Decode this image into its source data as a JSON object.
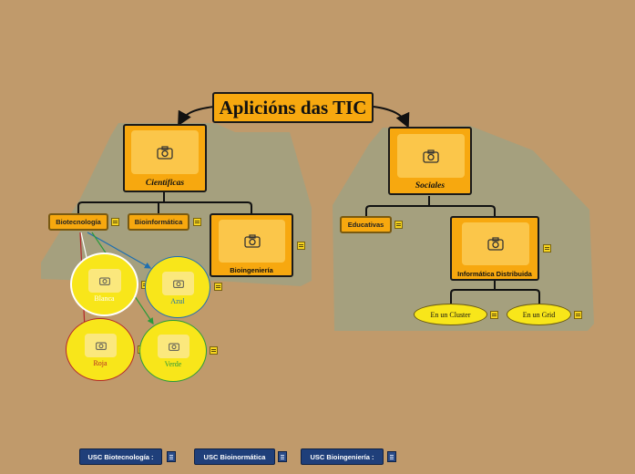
{
  "title": "Aplicións das TIC",
  "branches": {
    "cientificas": {
      "label": "Científicas",
      "children": {
        "biotecnologia": "Biotecnología",
        "bioinformatica": "Bioinformática",
        "bioingenieria": "Bioingeniería"
      }
    },
    "sociales": {
      "label": "Sociales",
      "children": {
        "educativas": "Educativas",
        "informatica_distribuida": "Informática Distribuida",
        "en_un_cluster": "En un Cluster",
        "en_un_grid": "En un Grid"
      }
    }
  },
  "biotech_colors": {
    "blanca": "Blanca",
    "azul": "Azul",
    "roja": "Roja",
    "verde": "Verde"
  },
  "footer_links": {
    "usc_biotecnologia": "USC Biotecnología :",
    "usc_bioinformatica": "USC Bioinormática",
    "usc_bioingenieria": "USC Bioingeniería :"
  },
  "colors": {
    "background": "#c09a6b",
    "region": "#a5a07e",
    "topic": "#f7a80f",
    "circle": "#f8e61a",
    "footer_button": "#1f3f7a"
  }
}
